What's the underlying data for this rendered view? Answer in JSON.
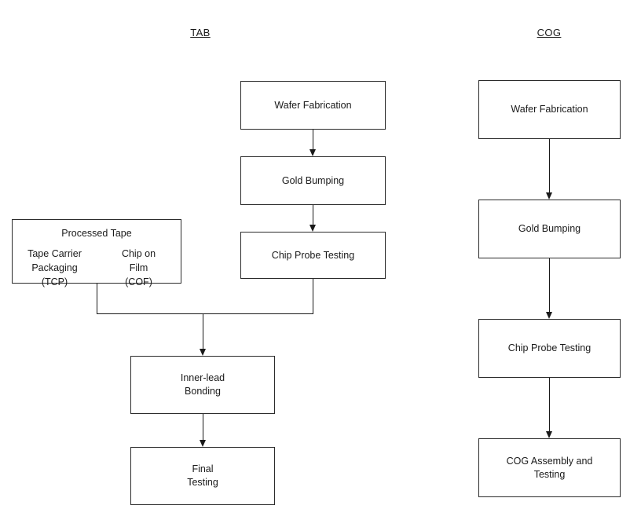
{
  "diagram": {
    "title_tab": "TAB",
    "title_cog": "COG",
    "columns": [
      {
        "key": "tab",
        "heading": "TAB",
        "nodes": [
          {
            "id": "tab-wafer-fabrication",
            "label": "Wafer Fabrication"
          },
          {
            "id": "tab-gold-bumping",
            "label": "Gold Bumping"
          },
          {
            "id": "tab-chip-probe-testing",
            "label": "Chip Probe Testing"
          },
          {
            "id": "tab-inner-lead-bonding",
            "label": "Inner-lead\nBonding"
          },
          {
            "id": "tab-final-testing",
            "label": "Final\nTesting"
          }
        ],
        "processed_tape": {
          "title": "Processed Tape",
          "left_option": "Tape Carrier\nPackaging\n(TCP)",
          "right_option": "Chip on\nFilm\n(COF)"
        }
      },
      {
        "key": "cog",
        "heading": "COG",
        "nodes": [
          {
            "id": "cog-wafer-fabrication",
            "label": "Wafer Fabrication"
          },
          {
            "id": "cog-gold-bumping",
            "label": "Gold Bumping"
          },
          {
            "id": "cog-chip-probe-testing",
            "label": "Chip Probe Testing"
          },
          {
            "id": "cog-assembly-and-testing",
            "label": "COG Assembly and\nTesting"
          }
        ]
      }
    ],
    "colors": {
      "background": "#ffffff",
      "stroke": "#2b2b2b",
      "connector": "#1a1a1a",
      "text": "#1a1a1a"
    }
  }
}
